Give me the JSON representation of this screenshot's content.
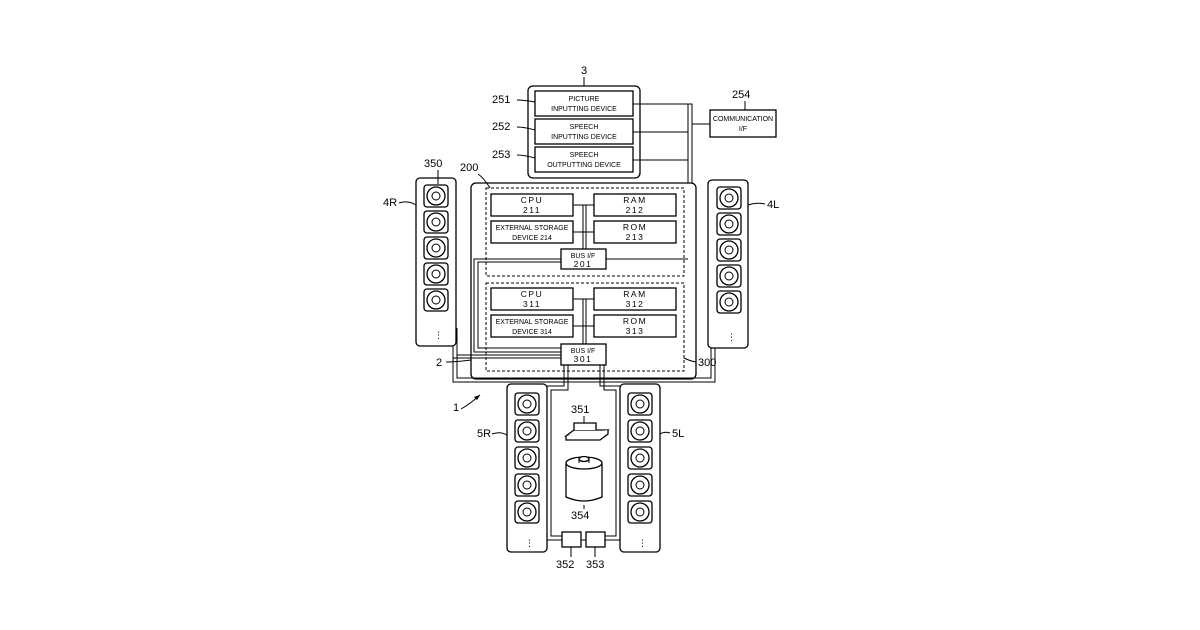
{
  "refs": {
    "system": "1",
    "vehicle": "2",
    "picture_unit": "3",
    "rack_4r": "4R",
    "rack_4l": "4L",
    "rack_5r": "5R",
    "rack_5l": "5L",
    "upper_controller": "200",
    "picture_input": "251",
    "speech_input": "252",
    "speech_output": "253",
    "comm": "254",
    "lower_controller": "300",
    "disc": "350",
    "picker": "351",
    "stocker": "354",
    "box_352": "352",
    "box_353": "353"
  },
  "devices": {
    "picture_input": [
      "PICTURE",
      "INPUTTING DEVICE"
    ],
    "speech_input": [
      "SPEECH",
      "INPUTTING DEVICE"
    ],
    "speech_output": [
      "SPEECH",
      "OUTPUTTING DEVICE"
    ],
    "comm": [
      "COMMUNICATION",
      "I/F"
    ]
  },
  "upper": {
    "cpu": [
      "CPU",
      "211"
    ],
    "ram": [
      "RAM",
      "212"
    ],
    "storage": [
      "EXTERNAL STORAGE",
      "DEVICE 214"
    ],
    "rom": [
      "ROM",
      "213"
    ],
    "bus": [
      "BUS I/F",
      "201"
    ]
  },
  "lower": {
    "cpu": [
      "CPU",
      "311"
    ],
    "ram": [
      "RAM",
      "312"
    ],
    "storage": [
      "EXTERNAL STORAGE",
      "DEVICE 314"
    ],
    "rom": [
      "ROM",
      "313"
    ],
    "bus": [
      "BUS I/F",
      "301"
    ]
  },
  "ellipsis": "⋮"
}
